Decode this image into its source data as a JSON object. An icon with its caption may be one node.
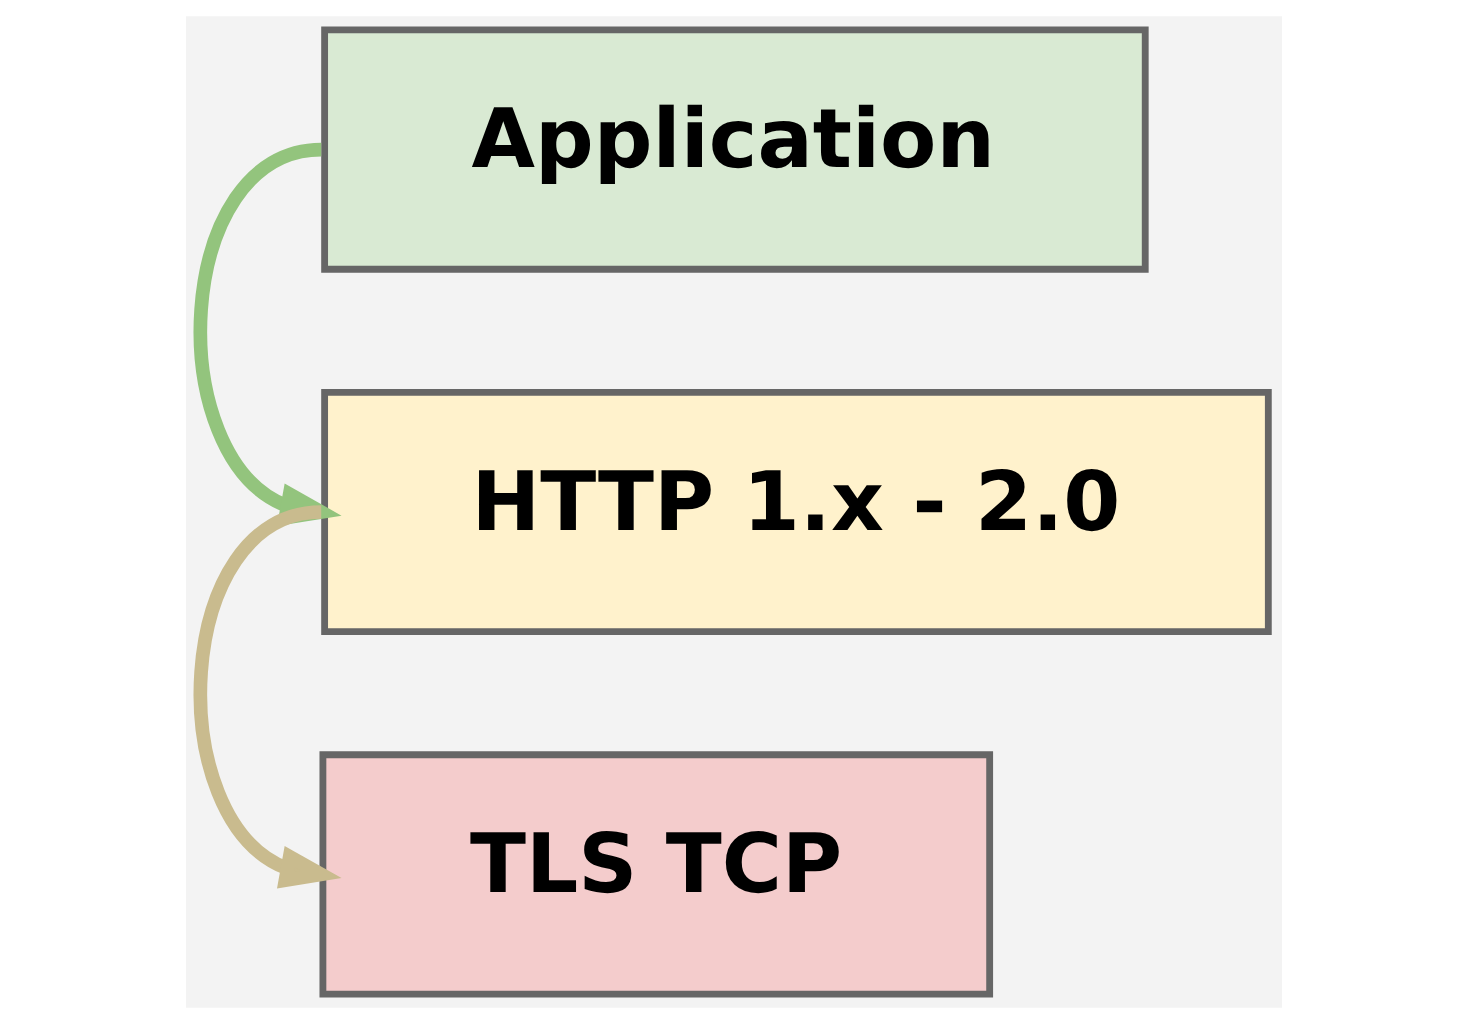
{
  "diagram": {
    "nodes": [
      {
        "text": [
          "Application"
        ]
      },
      {
        "text": [
          "HTTP 1.x - 2.0"
        ]
      },
      {
        "text": [
          "TLS TCP"
        ]
      }
    ],
    "edges": [
      {
        "from": 0,
        "to": 1,
        "arrow": "to",
        "color": "#93c47d"
      },
      {
        "from": 1,
        "to": 2,
        "arrow": "to",
        "color": "#c9bb8e"
      }
    ]
  }
}
